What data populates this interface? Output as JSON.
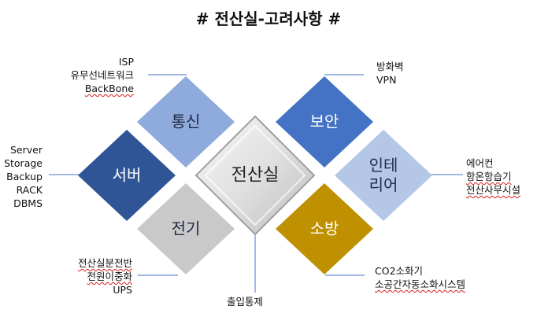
{
  "title": "# 전산실-고려사항 #",
  "center": "전산실",
  "tiles": {
    "comm": "통신",
    "server": "서버",
    "power": "전기",
    "security": "보안",
    "interior_line1": "인테",
    "interior_line2": "리어",
    "fire": "소방"
  },
  "notes": {
    "comm": [
      "ISP",
      "유무선네트워크",
      "BackBone"
    ],
    "server": [
      "Server",
      "Storage",
      "Backup",
      "RACK",
      "DBMS"
    ],
    "power": [
      "전산실분전반",
      "전원이중화",
      "UPS"
    ],
    "security": [
      "방화벽",
      "VPN"
    ],
    "interior": [
      "에어컨",
      "항온항습기",
      "전산사무시설"
    ],
    "fire": [
      "CO2소화기",
      "소공간자동소화시스템"
    ],
    "access": "출입통제"
  },
  "colors": {
    "comm": "#8faadc",
    "server": "#2f5597",
    "power": "#c9c9c9",
    "security": "#4472c4",
    "interior": "#b4c7e7",
    "fire": "#bf9000",
    "center": "#e4e4e4",
    "connector": "#4472c4"
  }
}
